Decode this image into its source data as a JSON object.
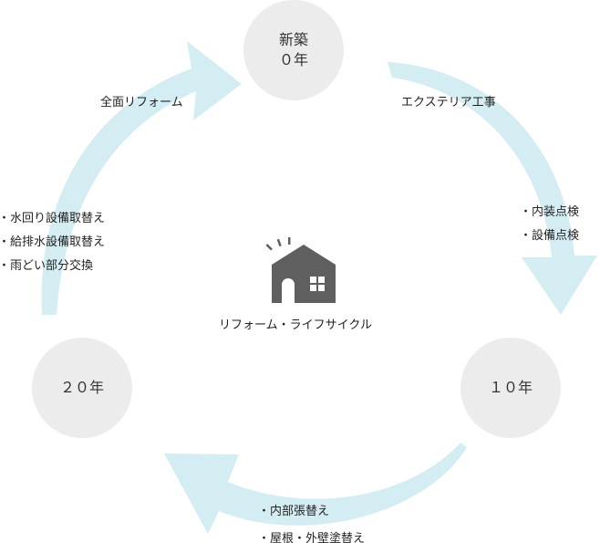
{
  "stages": {
    "new": {
      "line1": "新築",
      "line2": "０年"
    },
    "ten": "１０年",
    "twenty": "２０年"
  },
  "arrows": {
    "exterior": "エクステリア工事",
    "full_reform": "全面リフォーム"
  },
  "tasks": {
    "ten_years": [
      "内装点検",
      "設備点検"
    ],
    "twenty_years": [
      "内部張替え",
      "屋根・外壁塗替え"
    ],
    "before_full": [
      "水回り設備取替え",
      "給排水設備取替え",
      "雨どい部分交換"
    ]
  },
  "center_label": "リフォーム・ライフサイクル",
  "colors": {
    "arrow": "#d4edf3",
    "circle": "#ececec",
    "house": "#5f5f5f"
  }
}
